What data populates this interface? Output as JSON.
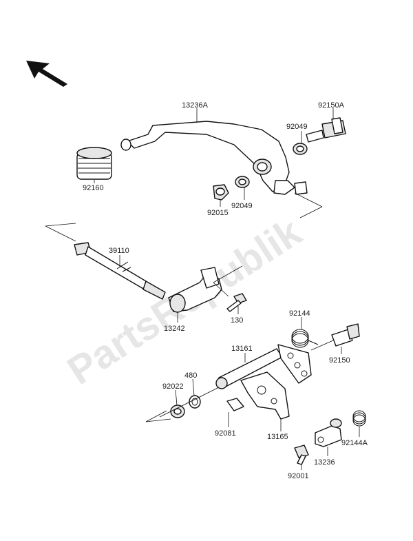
{
  "watermark": "PartsRepublik",
  "labels": {
    "p13236A": "13236A",
    "p92150A": "92150A",
    "p92049a": "92049",
    "p92160": "92160",
    "p92015": "92015",
    "p92049b": "92049",
    "p39110": "39110",
    "p13242": "13242",
    "p130": "130",
    "p92144": "92144",
    "p13161": "13161",
    "p92150": "92150",
    "p480": "480",
    "p92022": "92022",
    "p92081": "92081",
    "p13165": "13165",
    "p13236": "13236",
    "p92144A": "92144A",
    "p92001": "92001"
  }
}
